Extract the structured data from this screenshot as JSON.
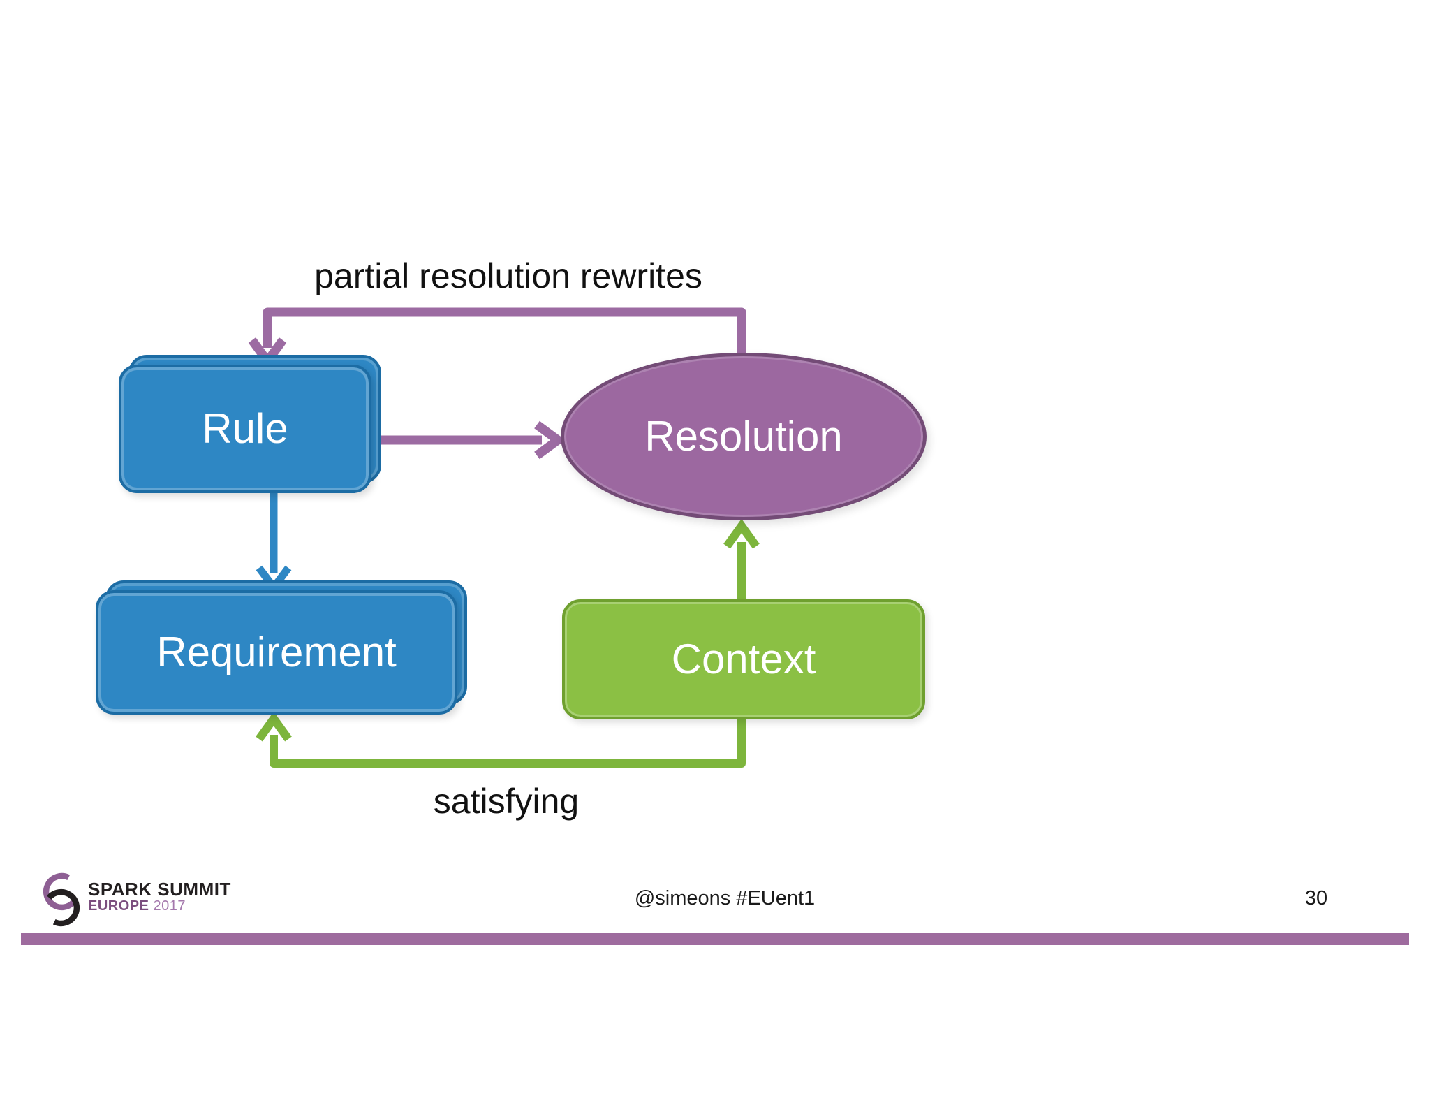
{
  "slide": {
    "labels": {
      "partial_resolution": "partial resolution rewrites",
      "satisfying": "satisfying"
    },
    "nodes": {
      "rule": "Rule",
      "resolution": "Resolution",
      "requirement": "Requirement",
      "context": "Context"
    },
    "edges": [
      {
        "from": "Resolution",
        "to": "Rule",
        "label": "partial resolution rewrites",
        "color_name": "purple"
      },
      {
        "from": "Rule",
        "to": "Resolution",
        "label": "",
        "color_name": "purple"
      },
      {
        "from": "Rule",
        "to": "Requirement",
        "label": "",
        "color_name": "blue"
      },
      {
        "from": "Context",
        "to": "Resolution",
        "label": "",
        "color_name": "green"
      },
      {
        "from": "Context",
        "to": "Requirement",
        "label": "satisfying",
        "color_name": "green"
      }
    ]
  },
  "footer": {
    "logo_title": "SPARK SUMMIT",
    "logo_region": "EUROPE",
    "logo_year": "2017",
    "handle": "@simeons #EUent1",
    "page_number": "30"
  },
  "colors": {
    "blue_fill": "#2E87C4",
    "blue_border": "#1C6CA4",
    "purple_fill": "#9C68A0",
    "purple_border": "#734B76",
    "purple_arrow": "#9C6BA2",
    "green_fill": "#8BC044",
    "green_border": "#6FA02F",
    "green_arrow": "#7DB53C",
    "blue_arrow": "#2E87C4",
    "footer_bar": "#9E6B9E",
    "logo_purple": "#8E5F94",
    "logo_black": "#231F20",
    "label_text": "#111111"
  }
}
